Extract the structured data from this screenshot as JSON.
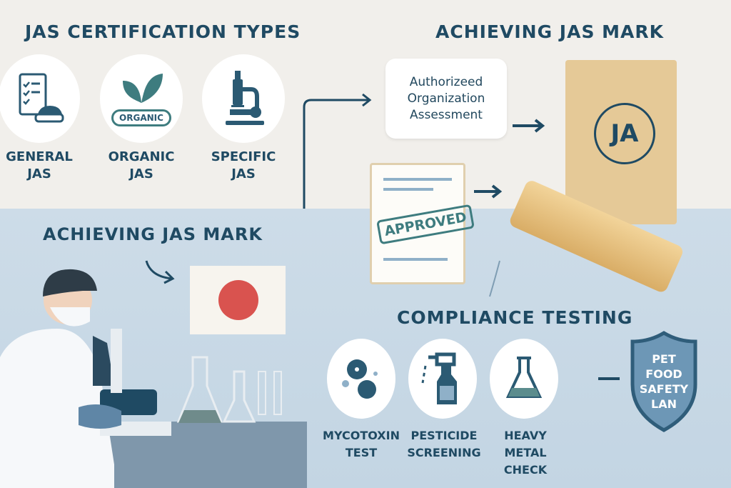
{
  "sections": {
    "types_title": "JAS CERTIFICATION TYPES",
    "mark_title_top": "ACHIEVING JAS MARK",
    "mark_title_bottom": "ACHIEVING JAS MARK",
    "compliance_title": "COMPLIANCE TESTING"
  },
  "types": [
    {
      "icon": "checklist-bowl-icon",
      "line1": "GENERAL",
      "line2": "JAS"
    },
    {
      "icon": "leaf-icon",
      "badge": "ORGANIC",
      "line1": "ORGANIC",
      "line2": "JAS"
    },
    {
      "icon": "microscope-icon",
      "line1": "SPECIFIC",
      "line2": "JAS"
    }
  ],
  "process": {
    "bubble": "Authorizeed Organization Assessment",
    "stamp": "APPROVED",
    "package_mark": "JA"
  },
  "tests": [
    {
      "icon": "mold-icon",
      "line1": "MYCOTOXIN",
      "line2": "TEST"
    },
    {
      "icon": "spray-bottle-icon",
      "line1": "PESTICIDE",
      "line2": "SCREENING"
    },
    {
      "icon": "flask-icon",
      "line1": "HEAVY METAL",
      "line2": "CHECK"
    }
  ],
  "shield": {
    "lines": [
      "PET",
      "FOOD",
      "SAFETY",
      "LAN"
    ]
  },
  "colors": {
    "primary": "#1f4a63",
    "teal": "#3e7c7f",
    "flag_red": "#d9534f",
    "top_bg": "#f1efeb",
    "bottom_bg": "#c9dae7"
  }
}
